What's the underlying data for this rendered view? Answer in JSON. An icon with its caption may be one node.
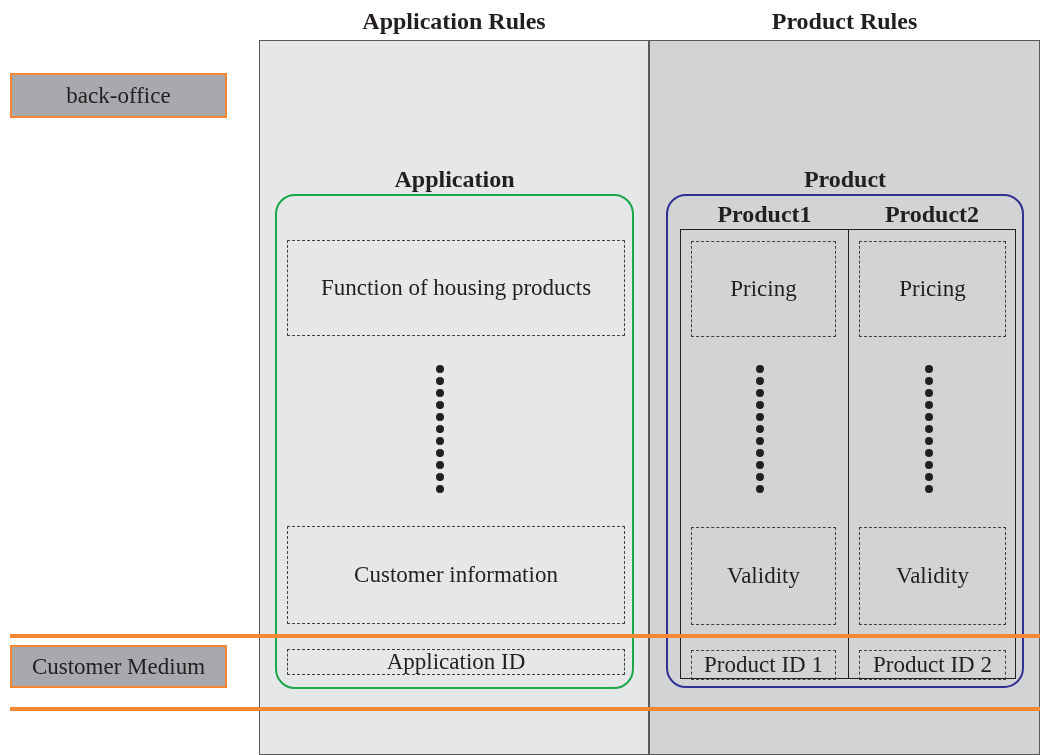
{
  "diagram": {
    "nodes": [
      {
        "text": [
          "back-office"
        ]
      },
      {
        "text": [
          "Customer Medium"
        ]
      },
      {
        "text": [
          "Application Rules"
        ]
      },
      {
        "text": [
          "Product Rules"
        ]
      },
      {
        "text": [
          "Application"
        ],
        "in": 2
      },
      {
        "text": [
          "Function of housing products"
        ],
        "in": 4
      },
      {
        "text": [
          "Customer information"
        ],
        "in": 4
      },
      {
        "text": [
          "Application ID"
        ],
        "in": 4
      },
      {
        "text": [
          "Product"
        ],
        "in": 3
      },
      {
        "text": [
          "Product1"
        ],
        "in": 8
      },
      {
        "text": [
          "Pricing"
        ],
        "in": 9
      },
      {
        "text": [
          "Validity"
        ],
        "in": 9
      },
      {
        "text": [
          "Product ID 1"
        ],
        "in": 9
      },
      {
        "text": [
          "Product2"
        ],
        "in": 8
      },
      {
        "text": [
          "Pricing"
        ],
        "in": 13
      },
      {
        "text": [
          "Validity"
        ],
        "in": 13
      },
      {
        "text": [
          "Product ID 2"
        ],
        "in": 13
      }
    ]
  }
}
